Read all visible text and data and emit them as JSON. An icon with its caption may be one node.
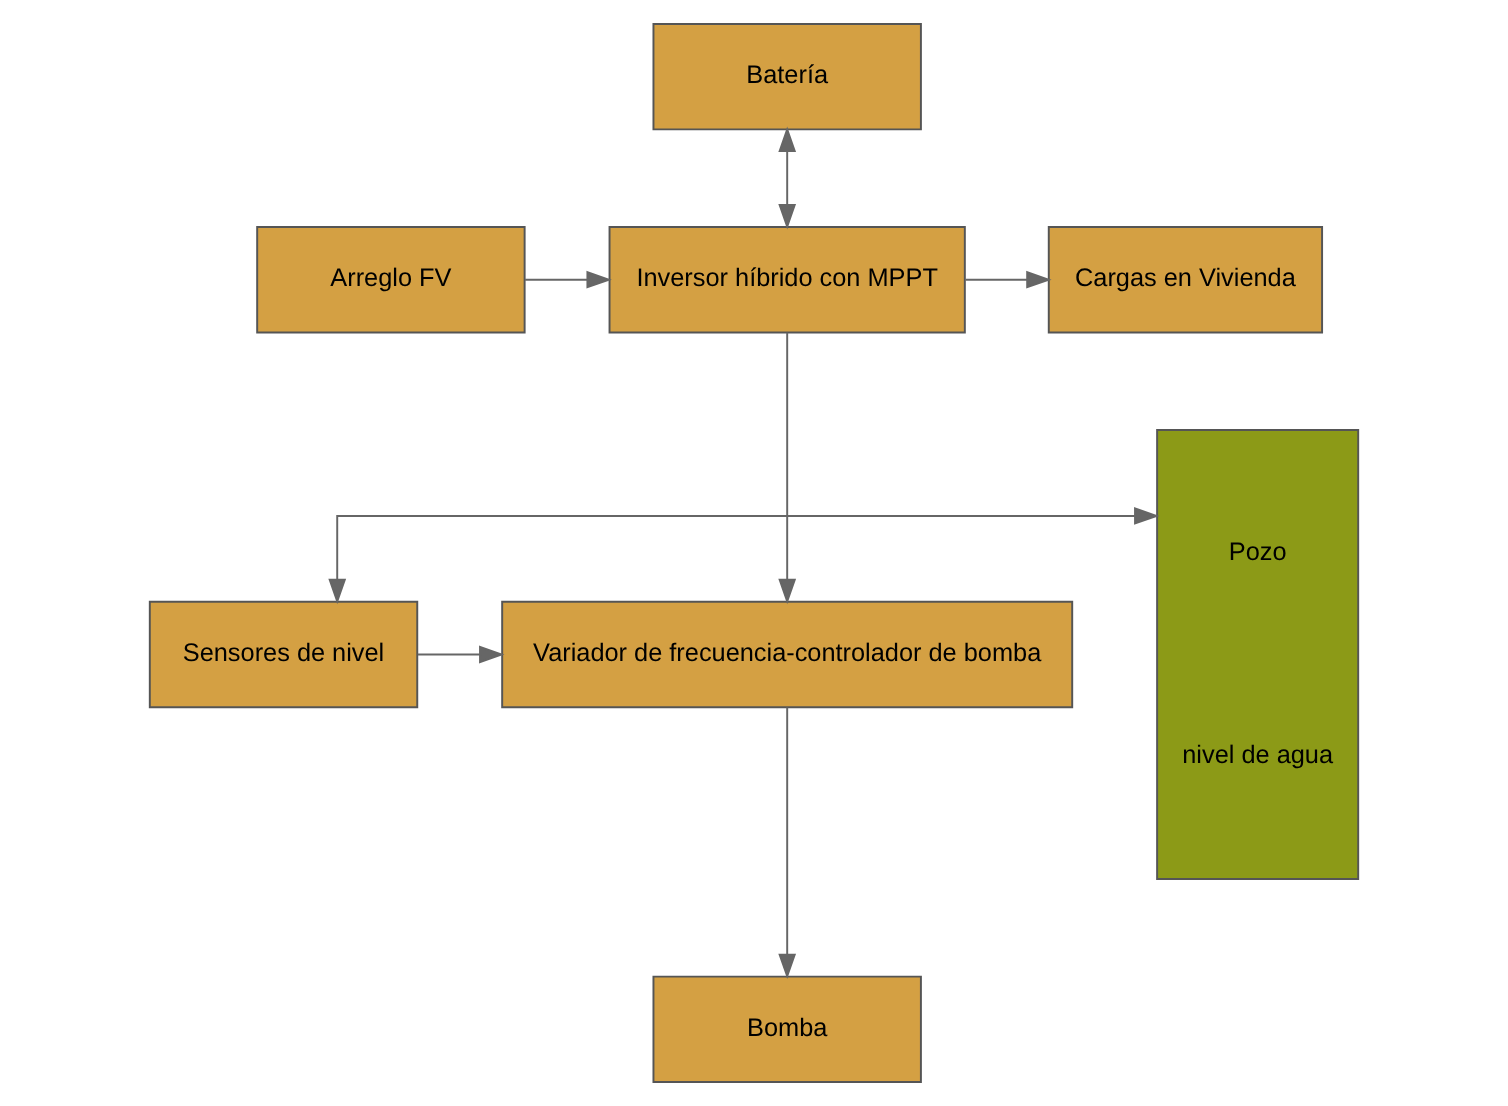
{
  "diagram": {
    "nodes": [
      {
        "text": [
          "Batería"
        ]
      },
      {
        "text": [
          "Arreglo FV"
        ]
      },
      {
        "text": [
          "Inversor híbrido con MPPT"
        ]
      },
      {
        "text": [
          "Cargas en Vivienda"
        ]
      },
      {
        "text": [
          "Pozo",
          "nivel de agua"
        ]
      },
      {
        "text": [
          "Bomba"
        ]
      },
      {
        "text": [
          "Variador de frecuencia-controlador de bomba"
        ]
      },
      {
        "text": [
          "Sensores de nivel"
        ]
      }
    ],
    "edges": [
      {
        "from": 0,
        "to": 2,
        "arrow": "both"
      },
      {
        "from": 1,
        "to": 2,
        "arrow": "to"
      },
      {
        "from": 2,
        "to": 3,
        "arrow": "to"
      },
      {
        "from": 2,
        "to": 6,
        "arrow": "to"
      },
      {
        "from": 6,
        "to": 5,
        "arrow": "to"
      },
      {
        "from": 7,
        "to": 6,
        "arrow": "to"
      },
      {
        "from": 7,
        "to": 4,
        "arrow": "both"
      }
    ]
  }
}
